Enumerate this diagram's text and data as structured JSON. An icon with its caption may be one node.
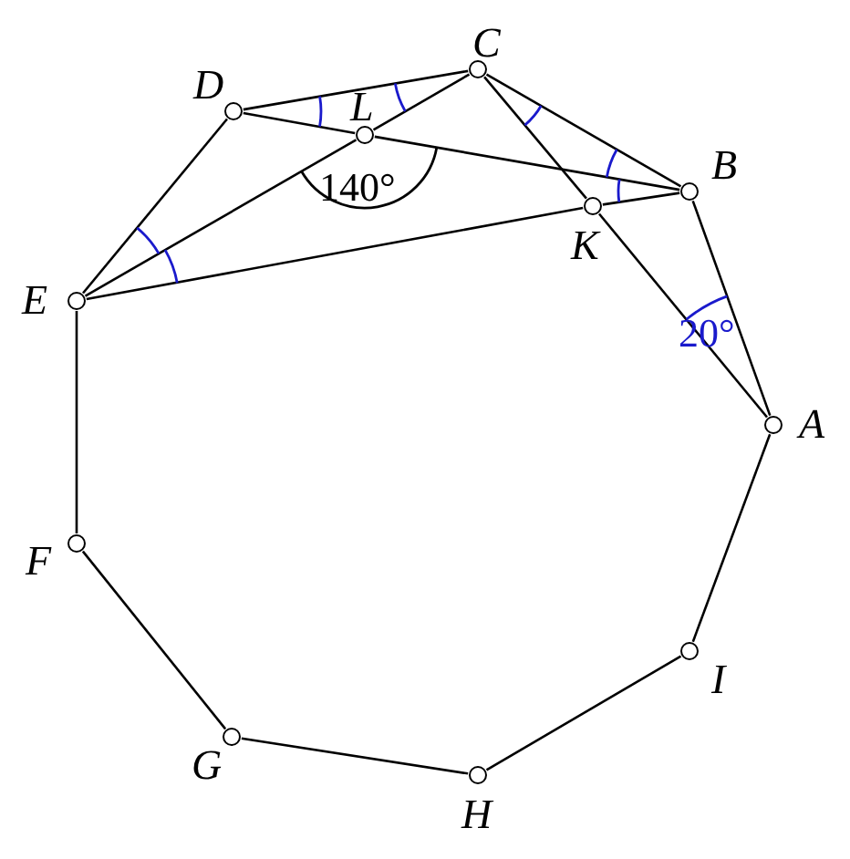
{
  "diagram": {
    "nodes": [
      {
        "text": [
          "C"
        ]
      },
      {
        "text": [
          "D"
        ]
      },
      {
        "text": [
          "L"
        ]
      },
      {
        "text": [
          "B"
        ]
      },
      {
        "text": [
          "K"
        ]
      },
      {
        "text": [
          "E"
        ]
      },
      {
        "text": [
          "A"
        ]
      },
      {
        "text": [
          "F"
        ]
      },
      {
        "text": [
          "I"
        ]
      },
      {
        "text": [
          "G"
        ]
      },
      {
        "text": [
          "H"
        ]
      }
    ],
    "edges": [
      {
        "from": 6,
        "to": 3,
        "arrow": "none"
      },
      {
        "from": 3,
        "to": 0,
        "arrow": "none"
      },
      {
        "from": 0,
        "to": 1,
        "arrow": "none"
      },
      {
        "from": 1,
        "to": 5,
        "arrow": "none"
      },
      {
        "from": 5,
        "to": 7,
        "arrow": "none"
      },
      {
        "from": 7,
        "to": 9,
        "arrow": "none"
      },
      {
        "from": 9,
        "to": 10,
        "arrow": "none"
      },
      {
        "from": 10,
        "to": 8,
        "arrow": "none"
      },
      {
        "from": 8,
        "to": 6,
        "arrow": "none"
      },
      {
        "from": 1,
        "to": 2,
        "arrow": "none"
      },
      {
        "from": 2,
        "to": 3,
        "arrow": "none"
      },
      {
        "from": 5,
        "to": 2,
        "arrow": "none"
      },
      {
        "from": 2,
        "to": 0,
        "arrow": "none"
      },
      {
        "from": 0,
        "to": 4,
        "arrow": "none"
      },
      {
        "from": 4,
        "to": 6,
        "arrow": "none"
      },
      {
        "from": 5,
        "to": 4,
        "arrow": "none"
      },
      {
        "from": 4,
        "to": 3,
        "arrow": "none"
      }
    ],
    "labels": [
      "140°",
      "20°"
    ]
  }
}
